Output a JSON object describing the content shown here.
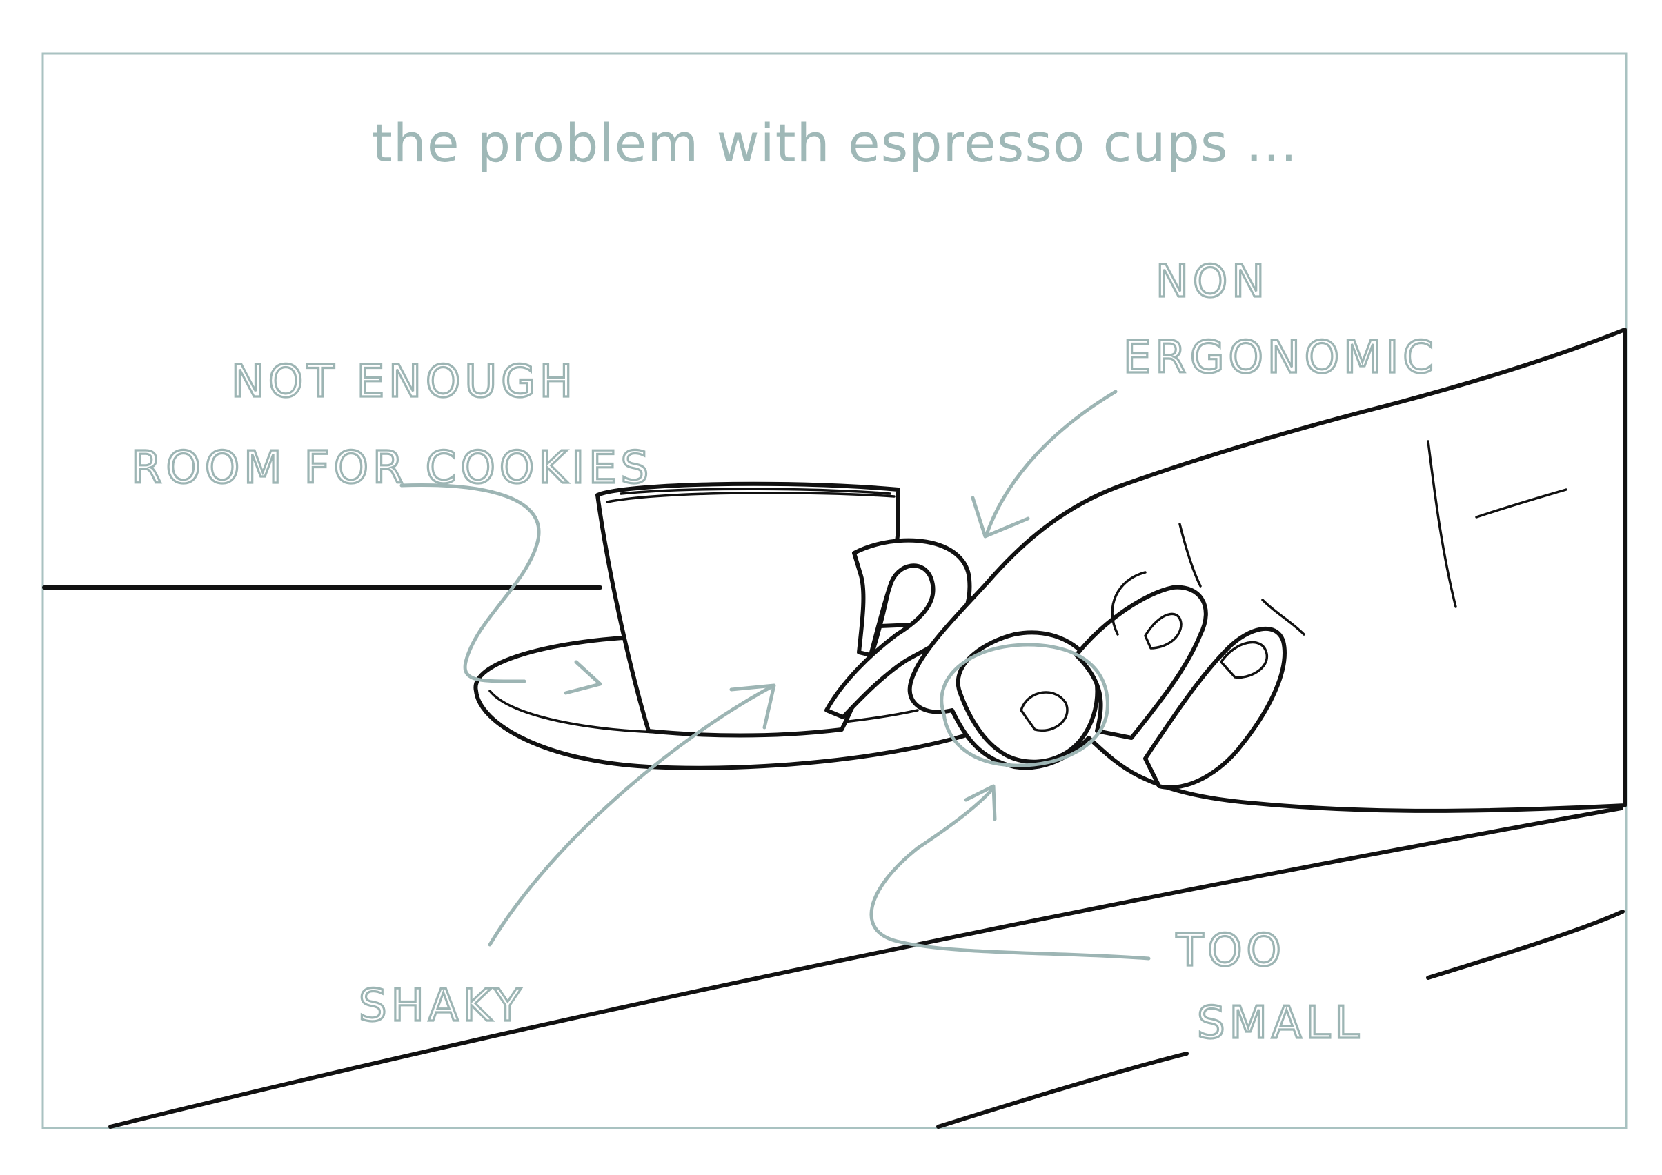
{
  "title": "the problem with espresso cups ...",
  "annotations": {
    "cookies": {
      "line1": "NOT ENOUGH",
      "line2": "ROOM FOR COOKIES"
    },
    "ergonomic": {
      "line1": "NON",
      "line2": "ERGONOMIC"
    },
    "shaky": {
      "line1": "SHAKY"
    },
    "small": {
      "line1": "TOO",
      "line2": "SMALL"
    }
  },
  "colors": {
    "annotation": "#9db5b4",
    "ink": "#111111",
    "frame": "#a9c2c1"
  }
}
